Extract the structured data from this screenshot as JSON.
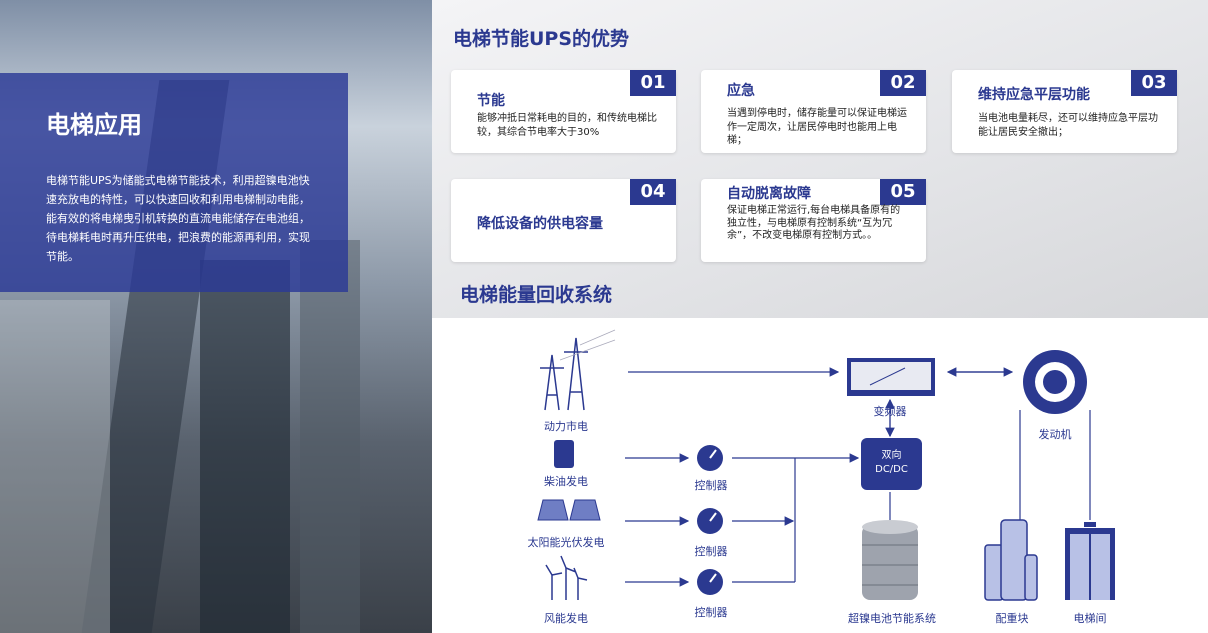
{
  "left": {
    "title": "电梯应用",
    "body": "电梯节能UPS为储能式电梯节能技术，利用超镍电池快速充放电的特性，可以快速回收和利用电梯制动电能，能有效的将电梯曳引机转换的直流电能储存在电池组，待电梯耗电时再升压供电，把浪费的能源再利用，实现节能。"
  },
  "advantages": {
    "title": "电梯节能UPS的优势",
    "cards": [
      {
        "num": "01",
        "title": "节能",
        "desc": "能够冲抵日常耗电的目的，和传统电梯比较，其综合节电率大于30%"
      },
      {
        "num": "02",
        "title": "应急",
        "desc": "当遇到停电时，储存能量可以保证电梯运作一定周次，让居民停电时也能用上电梯；"
      },
      {
        "num": "03",
        "title": "维持应急平层功能",
        "desc": "当电池电量耗尽，还可以维持应急平层功能让居民安全撤出；"
      },
      {
        "num": "04",
        "title": "降低设备的供电容量",
        "desc": ""
      },
      {
        "num": "05",
        "title": "自动脱离故障",
        "desc": "保证电梯正常运行,每台电梯具备原有的独立性，与电梯原有控制系统“互为冗余”，不改变电梯原有控制方式。。"
      }
    ]
  },
  "system": {
    "title": "电梯能量回收系统",
    "labels": {
      "grid": "动力市电",
      "diesel": "柴油发电",
      "solar": "太阳能光伏发电",
      "wind": "风能发电",
      "controller": "控制器",
      "inverter": "变频器",
      "dcdc": "双向 DC/DC",
      "dcdc1": "双向",
      "dcdc2": "DC/DC",
      "battery": "超镍电池节能系统",
      "motor": "发动机",
      "counterweight": "配重块",
      "cab": "电梯间"
    }
  },
  "colors": {
    "accent": "#2b3990"
  }
}
